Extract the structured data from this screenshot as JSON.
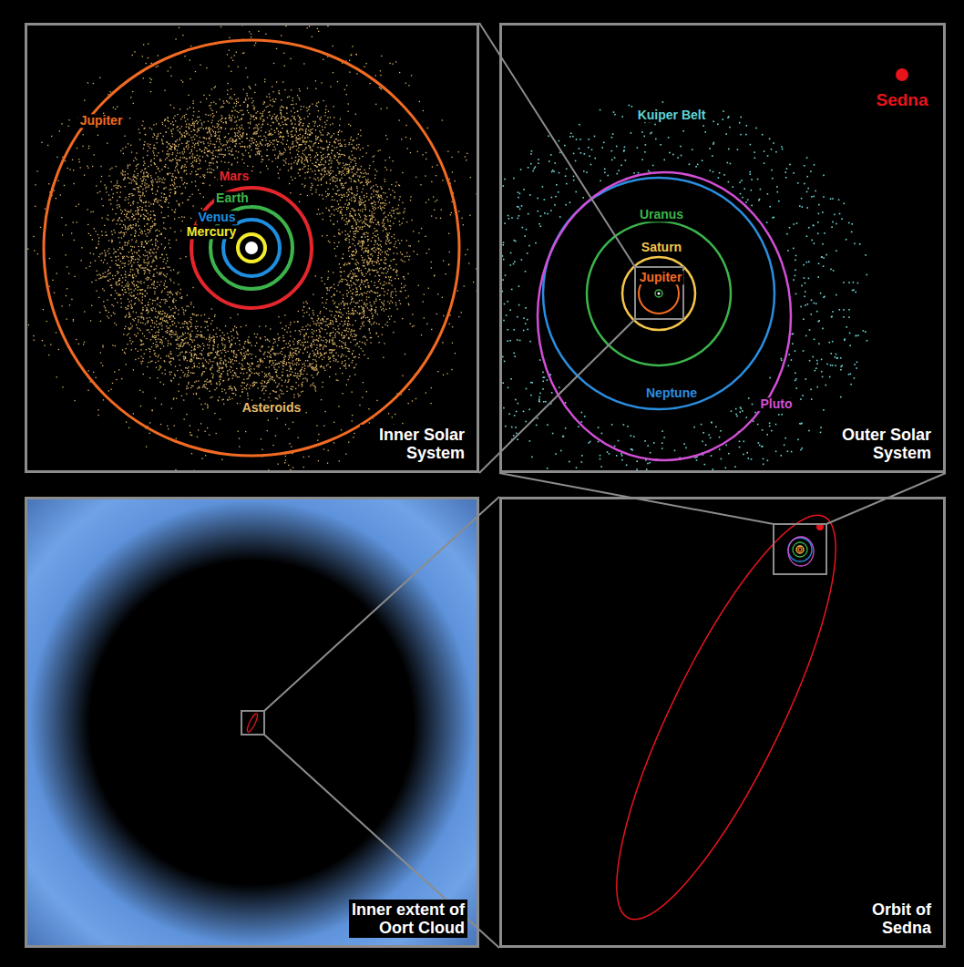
{
  "diagram": {
    "nodes": [
      {
        "text": [
          "Inner Solar System"
        ]
      },
      {
        "text": [
          "Outer Solar System"
        ]
      },
      {
        "text": [
          "Inner extent of Oort Cloud"
        ]
      },
      {
        "text": [
          "Orbit of Sedna"
        ]
      }
    ],
    "edges": [
      {
        "from": 1,
        "to": 0,
        "arrow": "none"
      },
      {
        "from": 3,
        "to": 1,
        "arrow": "none"
      },
      {
        "from": 2,
        "to": 3,
        "arrow": "none"
      }
    ],
    "labels": [
      "Jupiter",
      "Mars",
      "Earth",
      "Venus",
      "Mercury",
      "Asteroids",
      "Sedna",
      "Kuiper Belt",
      "Uranus",
      "Saturn",
      "Jupiter",
      "Neptune",
      "Pluto"
    ]
  }
}
